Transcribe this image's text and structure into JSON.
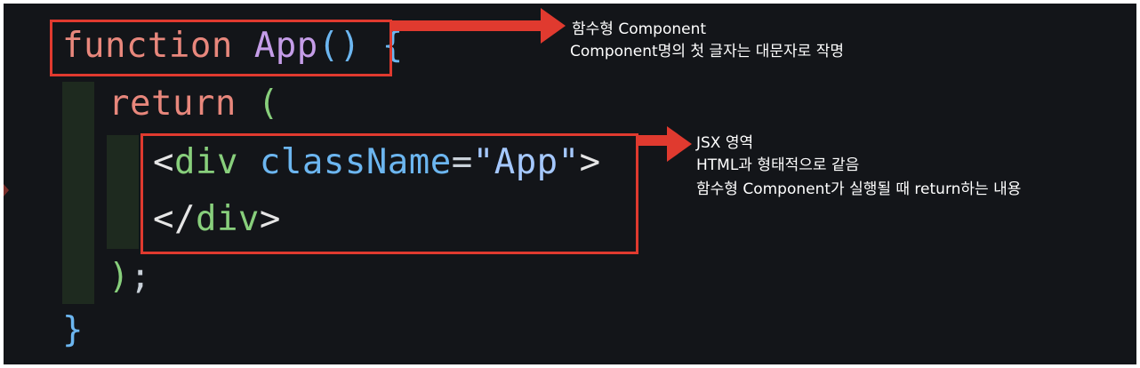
{
  "code": {
    "line1": {
      "kw": "function",
      "name": "App",
      "paren": "()",
      "brace": "{"
    },
    "line2": {
      "kw": "return",
      "paren": "("
    },
    "line3": {
      "open": "<",
      "tag": "div",
      "attr": "className",
      "eq": "=",
      "str": "\"App\"",
      "close": ">"
    },
    "line4": {
      "open": "</",
      "tag": "div",
      "close": ">"
    },
    "line5": {
      "paren": ")",
      "semi": ";"
    },
    "line6": {
      "brace": "}"
    }
  },
  "annotations": {
    "component": {
      "line1": "함수형 Component",
      "line2": "Component명의 첫 글자는 대문자로 작명"
    },
    "jsx": {
      "line1": "JSX 영역",
      "line2": "HTML과 형태적으로 같음",
      "line3": "함수형 Component가 실행될 때 return하는 내용"
    }
  },
  "colors": {
    "background": "#131519",
    "highlight": "#e03a2f",
    "keyword": "#e8877c",
    "function_name": "#c59de8",
    "tag": "#88cf7c",
    "attribute": "#6cb6f0"
  }
}
